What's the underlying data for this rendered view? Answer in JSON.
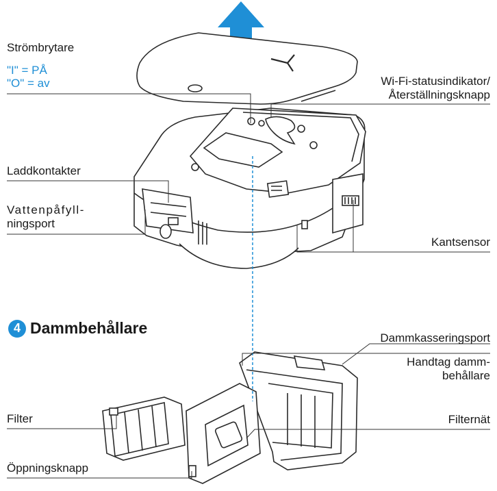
{
  "labels": {
    "power_switch": "Strömbrytare",
    "power_on": "\"I\" = PÅ",
    "power_off": "\"O\" = av",
    "wifi_line1": "Wi-Fi-statusindikator/",
    "wifi_line2": "Återställningsknapp",
    "charging_contacts": "Laddkontakter",
    "water_port_line1": "Vattenpåfyll-",
    "water_port_line2": "ningsport",
    "edge_sensor": "Kantsensor",
    "section_number": "4",
    "section_title": "Dammbehållare",
    "dust_port": "Dammkasseringsport",
    "handle_line1": "Handtag damm-",
    "handle_line2": "behållare",
    "filter": "Filter",
    "filter_net": "Filternät",
    "open_button": "Öppningsknapp"
  },
  "colors": {
    "accent": "#1f8fd6",
    "line": "#333333",
    "outline": "#2a2a2a"
  },
  "icons": {
    "lift_arrow": "up-arrow-icon"
  }
}
